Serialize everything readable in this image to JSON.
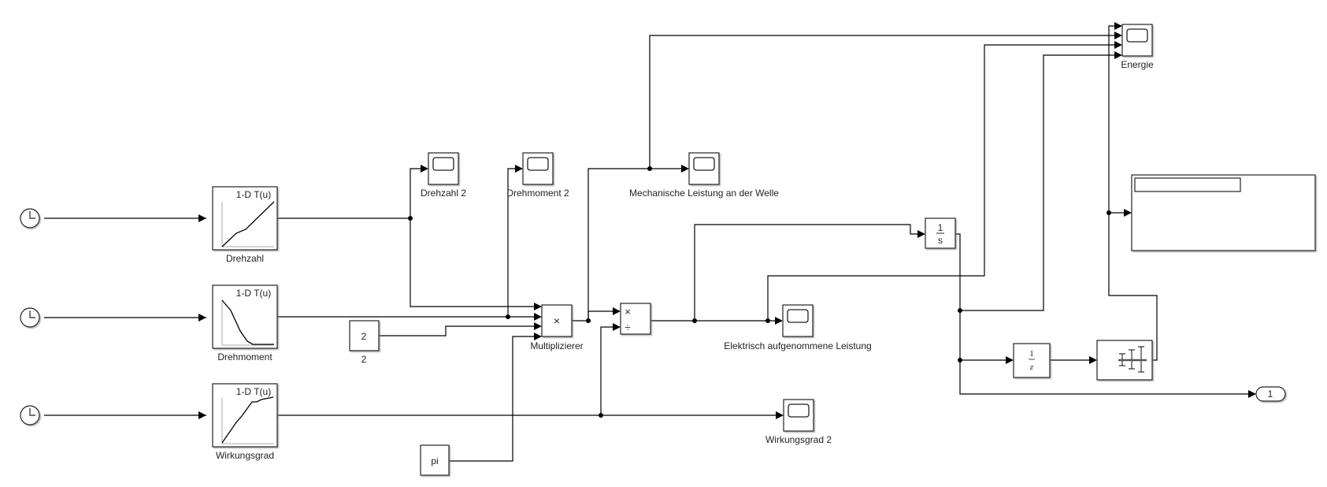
{
  "diagram": {
    "type": "simulink-block-diagram",
    "blocks": {
      "clock_1": {
        "kind": "Clock",
        "icon": "clock-icon"
      },
      "clock_2": {
        "kind": "Clock",
        "icon": "clock-icon"
      },
      "clock_3": {
        "kind": "Clock",
        "icon": "clock-icon"
      },
      "lut_drehzahl": {
        "kind": "1-D Lookup Table",
        "title": "1-D T(u)",
        "label": "Drehzahl"
      },
      "lut_drehmoment": {
        "kind": "1-D Lookup Table",
        "title": "1-D T(u)",
        "label": "Drehmoment"
      },
      "lut_wirkungsgrad": {
        "kind": "1-D Lookup Table",
        "title": "1-D T(u)",
        "label": "Wirkungsgrad"
      },
      "scope_drehzahl2": {
        "kind": "Scope",
        "label": "Drehzahl 2"
      },
      "scope_drehmoment2": {
        "kind": "Scope",
        "label": "Drehmoment 2"
      },
      "scope_mech": {
        "kind": "Scope",
        "label": "Mechanische Leistung an der Welle"
      },
      "scope_elekt": {
        "kind": "Scope",
        "label": "Elektrisch aufgenommene Leistung"
      },
      "scope_wirkungsgrad2": {
        "kind": "Scope",
        "label": "Wirkungsgrad 2"
      },
      "scope_energie": {
        "kind": "Scope",
        "label": "Energie"
      },
      "const_2": {
        "kind": "Constant",
        "value": "2",
        "label": "2"
      },
      "const_pi": {
        "kind": "Constant",
        "value": "pi"
      },
      "product_mult": {
        "kind": "Product",
        "symbol": "×",
        "label": "Multiplizierer"
      },
      "product_div": {
        "kind": "Divide",
        "symbol_mul": "×",
        "symbol_div": "÷"
      },
      "integrator": {
        "kind": "Integrator",
        "num": "1",
        "den": "s"
      },
      "unit_delay": {
        "kind": "Unit Delay",
        "num": "1",
        "den": "z"
      },
      "display": {
        "kind": "Display",
        "value": ""
      },
      "bar_block": {
        "kind": "Bus/Mux-like icon"
      },
      "outport": {
        "kind": "Outport",
        "value": "1"
      }
    }
  }
}
